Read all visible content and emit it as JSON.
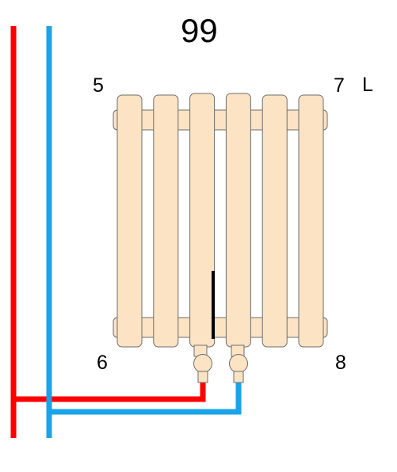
{
  "title": "99",
  "corner_labels": {
    "top_left": "5",
    "top_right": "7",
    "bottom_left": "6",
    "bottom_right": "8"
  },
  "side_label": "L",
  "radiator": {
    "section_count": 6,
    "fill_color": "#fbe3c3",
    "outline_color": "#6e6e6e"
  },
  "pipes": {
    "supply_color": "#ff0000",
    "return_color": "#1aa3e8"
  },
  "valve_color": "#fbe3c3",
  "sensor_color": "#000000"
}
